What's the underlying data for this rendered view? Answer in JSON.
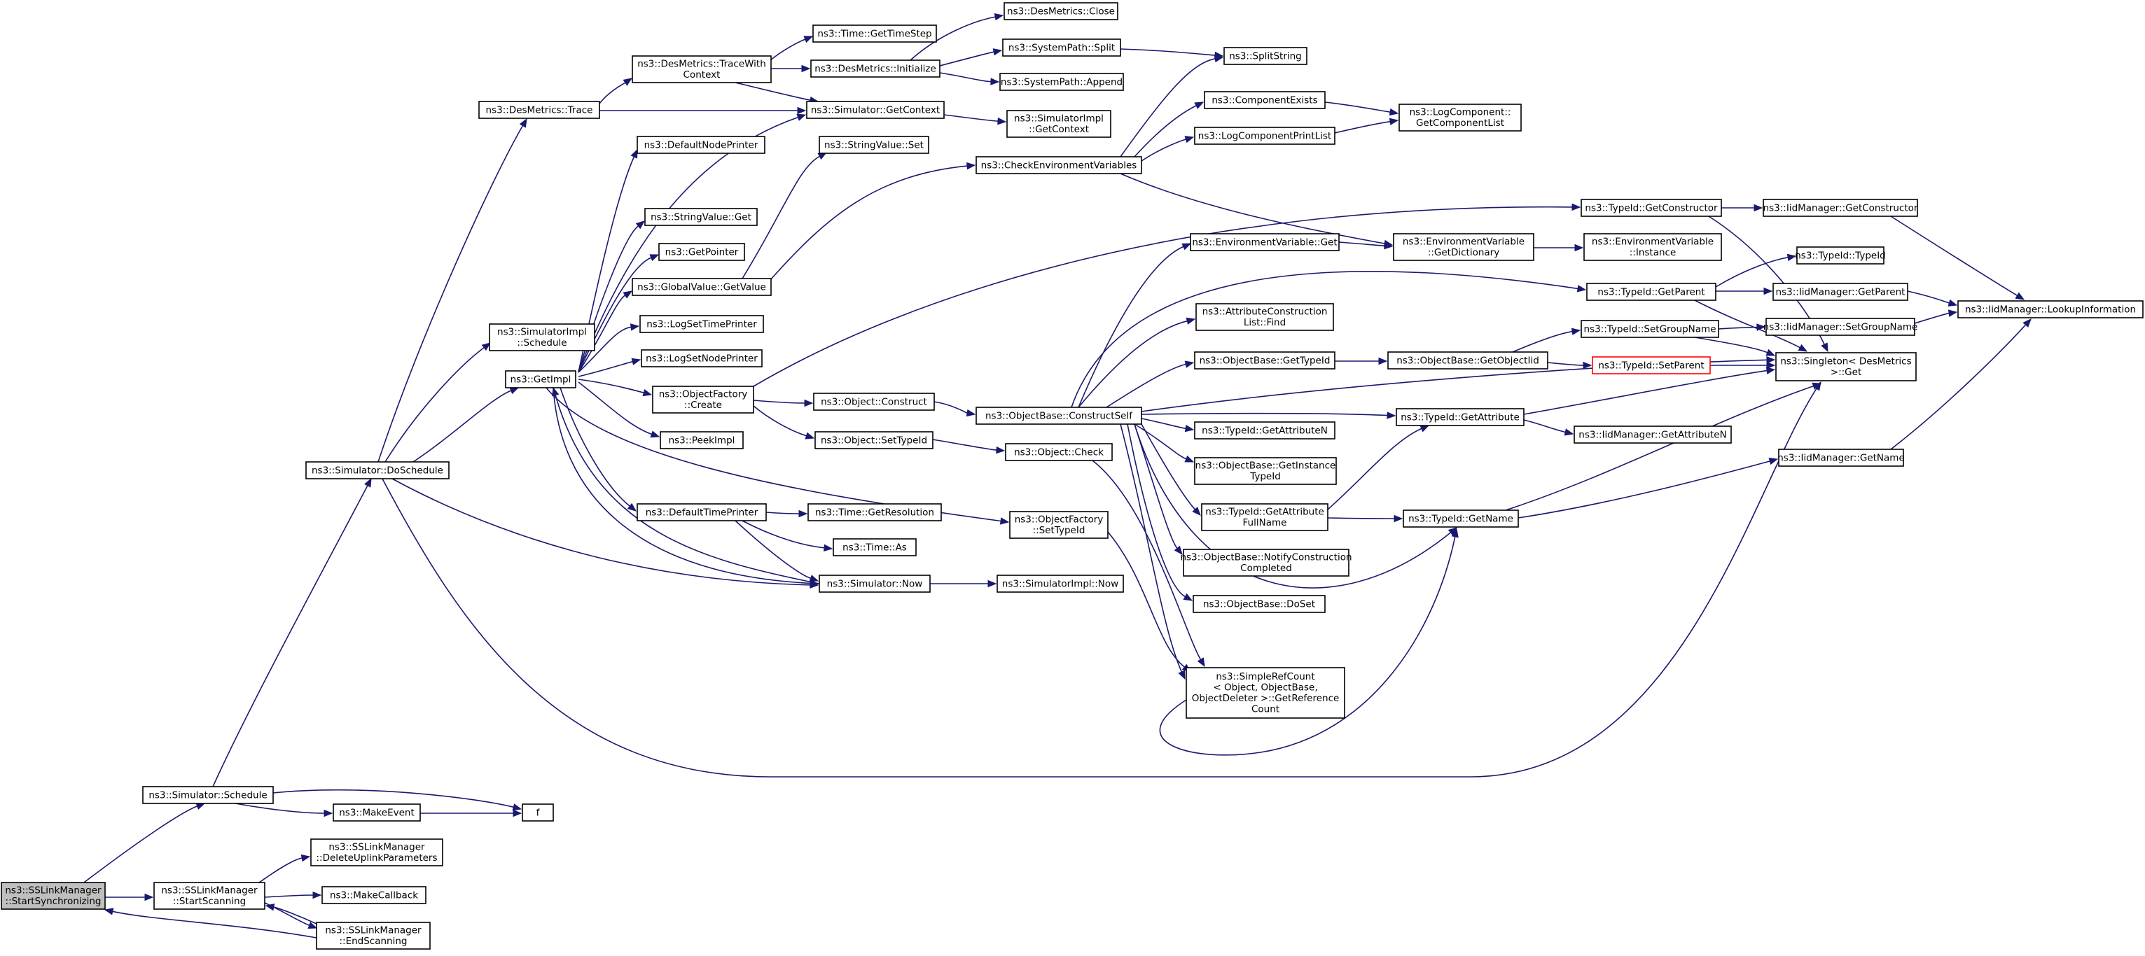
{
  "graph": {
    "nodes": [
      {
        "id": "root",
        "lines": [
          "ns3::SSLinkManager",
          "::StartSynchronizing"
        ],
        "style": "root"
      },
      {
        "id": "sched",
        "lines": [
          "ns3::Simulator::Schedule"
        ]
      },
      {
        "id": "startscan",
        "lines": [
          "ns3::SSLinkManager",
          "::StartScanning"
        ]
      },
      {
        "id": "dosched",
        "lines": [
          "ns3::Simulator::DoSchedule"
        ]
      },
      {
        "id": "makeevent",
        "lines": [
          "ns3::MakeEvent"
        ]
      },
      {
        "id": "f",
        "lines": [
          "f"
        ]
      },
      {
        "id": "delup",
        "lines": [
          "ns3::SSLinkManager",
          "::DeleteUplinkParameters"
        ]
      },
      {
        "id": "makecb",
        "lines": [
          "ns3::MakeCallback"
        ]
      },
      {
        "id": "endscan",
        "lines": [
          "ns3::SSLinkManager",
          "::EndScanning"
        ]
      },
      {
        "id": "destrace",
        "lines": [
          "ns3::DesMetrics::Trace"
        ]
      },
      {
        "id": "simimplsched",
        "lines": [
          "ns3::SimulatorImpl",
          "::Schedule"
        ]
      },
      {
        "id": "getimpl",
        "lines": [
          "ns3::GetImpl"
        ]
      },
      {
        "id": "simnow",
        "lines": [
          "ns3::Simulator::Now"
        ]
      },
      {
        "id": "singleton",
        "lines": [
          "ns3::Singleton< DesMetrics",
          ">::Get"
        ]
      },
      {
        "id": "tracewithctx",
        "lines": [
          "ns3::DesMetrics::TraceWith",
          "Context"
        ]
      },
      {
        "id": "getcontext",
        "lines": [
          "ns3::Simulator::GetContext"
        ]
      },
      {
        "id": "gettimestep",
        "lines": [
          "ns3::Time::GetTimeStep"
        ]
      },
      {
        "id": "desinit",
        "lines": [
          "ns3::DesMetrics::Initialize"
        ]
      },
      {
        "id": "desclose",
        "lines": [
          "ns3::DesMetrics::Close"
        ]
      },
      {
        "id": "spsplit",
        "lines": [
          "ns3::SystemPath::Split"
        ]
      },
      {
        "id": "spappend",
        "lines": [
          "ns3::SystemPath::Append"
        ]
      },
      {
        "id": "splitstring",
        "lines": [
          "ns3::SplitString"
        ]
      },
      {
        "id": "simimplctx",
        "lines": [
          "ns3::SimulatorImpl",
          "::GetContext"
        ]
      },
      {
        "id": "defnodeprinter",
        "lines": [
          "ns3::DefaultNodePrinter"
        ]
      },
      {
        "id": "strvalset",
        "lines": [
          "ns3::StringValue::Set"
        ]
      },
      {
        "id": "strvalget",
        "lines": [
          "ns3::StringValue::Get"
        ]
      },
      {
        "id": "getpointer",
        "lines": [
          "ns3::GetPointer"
        ]
      },
      {
        "id": "gvgetvalue",
        "lines": [
          "ns3::GlobalValue::GetValue"
        ]
      },
      {
        "id": "logsettime",
        "lines": [
          "ns3::LogSetTimePrinter"
        ]
      },
      {
        "id": "logsetnode",
        "lines": [
          "ns3::LogSetNodePrinter"
        ]
      },
      {
        "id": "ofcreate",
        "lines": [
          "ns3::ObjectFactory",
          "::Create"
        ]
      },
      {
        "id": "peekimpl",
        "lines": [
          "ns3::PeekImpl"
        ]
      },
      {
        "id": "deftimeprinter",
        "lines": [
          "ns3::DefaultTimePrinter"
        ]
      },
      {
        "id": "checkenv",
        "lines": [
          "ns3::CheckEnvironmentVariables"
        ]
      },
      {
        "id": "compexists",
        "lines": [
          "ns3::ComponentExists"
        ]
      },
      {
        "id": "logcompprint",
        "lines": [
          "ns3::LogComponentPrintList"
        ]
      },
      {
        "id": "logcomplist",
        "lines": [
          "ns3::LogComponent::",
          "GetComponentList"
        ]
      },
      {
        "id": "envget",
        "lines": [
          "ns3::EnvironmentVariable::Get"
        ]
      },
      {
        "id": "envdict",
        "lines": [
          "ns3::EnvironmentVariable",
          "::GetDictionary"
        ]
      },
      {
        "id": "envinst",
        "lines": [
          "ns3::EnvironmentVariable",
          "::Instance"
        ]
      },
      {
        "id": "objconstruct",
        "lines": [
          "ns3::Object::Construct"
        ]
      },
      {
        "id": "objsettid",
        "lines": [
          "ns3::Object::SetTypeId"
        ]
      },
      {
        "id": "obcself",
        "lines": [
          "ns3::ObjectBase::ConstructSelf"
        ]
      },
      {
        "id": "objcheck",
        "lines": [
          "ns3::Object::Check"
        ]
      },
      {
        "id": "ofsettid",
        "lines": [
          "ns3::ObjectFactory",
          "::SetTypeId"
        ]
      },
      {
        "id": "getres",
        "lines": [
          "ns3::Time::GetResolution"
        ]
      },
      {
        "id": "timeas",
        "lines": [
          "ns3::Time::As"
        ]
      },
      {
        "id": "simimplnow",
        "lines": [
          "ns3::SimulatorImpl::Now"
        ]
      },
      {
        "id": "attrfind",
        "lines": [
          "ns3::AttributeConstruction",
          "List::Find"
        ]
      },
      {
        "id": "obgettid",
        "lines": [
          "ns3::ObjectBase::GetTypeId"
        ]
      },
      {
        "id": "tidgetattrn",
        "lines": [
          "ns3::TypeId::GetAttributeN"
        ]
      },
      {
        "id": "obgetinsttid",
        "lines": [
          "ns3::ObjectBase::GetInstance",
          "TypeId"
        ]
      },
      {
        "id": "tidgetattrfull",
        "lines": [
          "ns3::TypeId::GetAttribute",
          "FullName"
        ]
      },
      {
        "id": "obnotify",
        "lines": [
          "ns3::ObjectBase::NotifyConstruction",
          "Completed"
        ]
      },
      {
        "id": "obdoset",
        "lines": [
          "ns3::ObjectBase::DoSet"
        ]
      },
      {
        "id": "simplerefcount",
        "lines": [
          "ns3::SimpleRefCount",
          "< Object, ObjectBase,",
          "ObjectDeleter >::GetReference",
          "Count"
        ]
      },
      {
        "id": "tidgetctor",
        "lines": [
          "ns3::TypeId::GetConstructor"
        ]
      },
      {
        "id": "tidgetparent",
        "lines": [
          "ns3::TypeId::GetParent"
        ]
      },
      {
        "id": "obgetobjtid",
        "lines": [
          "ns3::ObjectBase::GetObjectIid"
        ]
      },
      {
        "id": "tidsetgroup",
        "lines": [
          "ns3::TypeId::SetGroupName"
        ]
      },
      {
        "id": "tidsetparent",
        "lines": [
          "ns3::TypeId::SetParent"
        ],
        "style": "red"
      },
      {
        "id": "tidgetattr",
        "lines": [
          "ns3::TypeId::GetAttribute"
        ]
      },
      {
        "id": "tidgetname",
        "lines": [
          "ns3::TypeId::GetName"
        ]
      },
      {
        "id": "iidgetctor",
        "lines": [
          "ns3::IidManager::GetConstructor"
        ]
      },
      {
        "id": "tidtypeid",
        "lines": [
          "ns3::TypeId::TypeId"
        ]
      },
      {
        "id": "iidgetparent",
        "lines": [
          "ns3::IidManager::GetParent"
        ]
      },
      {
        "id": "iidsetgroup",
        "lines": [
          "ns3::IidManager::SetGroupName"
        ]
      },
      {
        "id": "iidgetattrn",
        "lines": [
          "ns3::IidManager::GetAttributeN"
        ]
      },
      {
        "id": "iidgetname",
        "lines": [
          "ns3::IidManager::GetName"
        ]
      },
      {
        "id": "iidlookup",
        "lines": [
          "ns3::IidManager::LookupInformation"
        ]
      }
    ]
  }
}
